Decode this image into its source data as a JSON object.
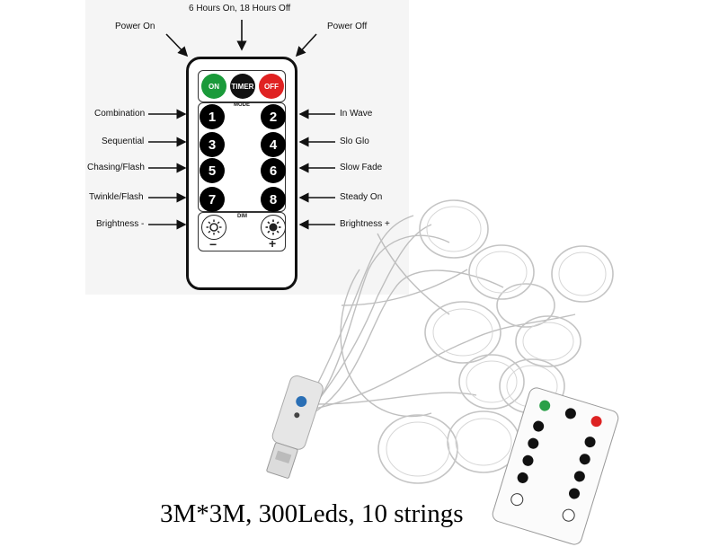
{
  "remote": {
    "on": "ON",
    "timer": "TIMER",
    "off": "OFF",
    "mode": "MODE",
    "dim": "DIM",
    "minus": "−",
    "plus": "+",
    "numbers": [
      "1",
      "2",
      "3",
      "4",
      "5",
      "6",
      "7",
      "8"
    ]
  },
  "labels": {
    "timer": "6 Hours On, 18 Hours Off",
    "power_on": "Power On",
    "power_off": "Power Off",
    "left": [
      "Combination",
      "Sequential",
      "Chasing/Flash",
      "Twinkle/Flash",
      "Brightness -"
    ],
    "right": [
      "In Wave",
      "Slo Glo",
      "Slow Fade",
      "Steady On",
      "Brightness +"
    ]
  },
  "caption": "3M*3M, 300Leds, 10 strings",
  "colors": {
    "on": "#1a9a3a",
    "timer": "#111111",
    "off": "#e02222"
  },
  "icons": {
    "dim_buttons": "sun-icon"
  }
}
